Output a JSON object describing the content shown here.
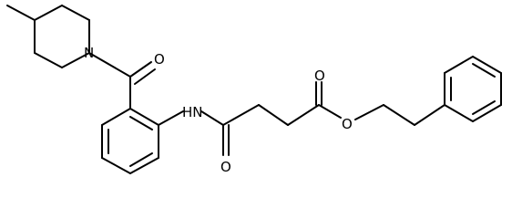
{
  "molecule": {
    "atom_labels": {
      "piperidine_n": "N",
      "amide_o": "O",
      "anilide_nh": "HN",
      "anilide_o": "O",
      "ester_o_carbonyl": "O",
      "ester_o_ether": "O"
    },
    "colors": {
      "bond": "#000000",
      "label": "#000000",
      "background": "#ffffff"
    }
  }
}
